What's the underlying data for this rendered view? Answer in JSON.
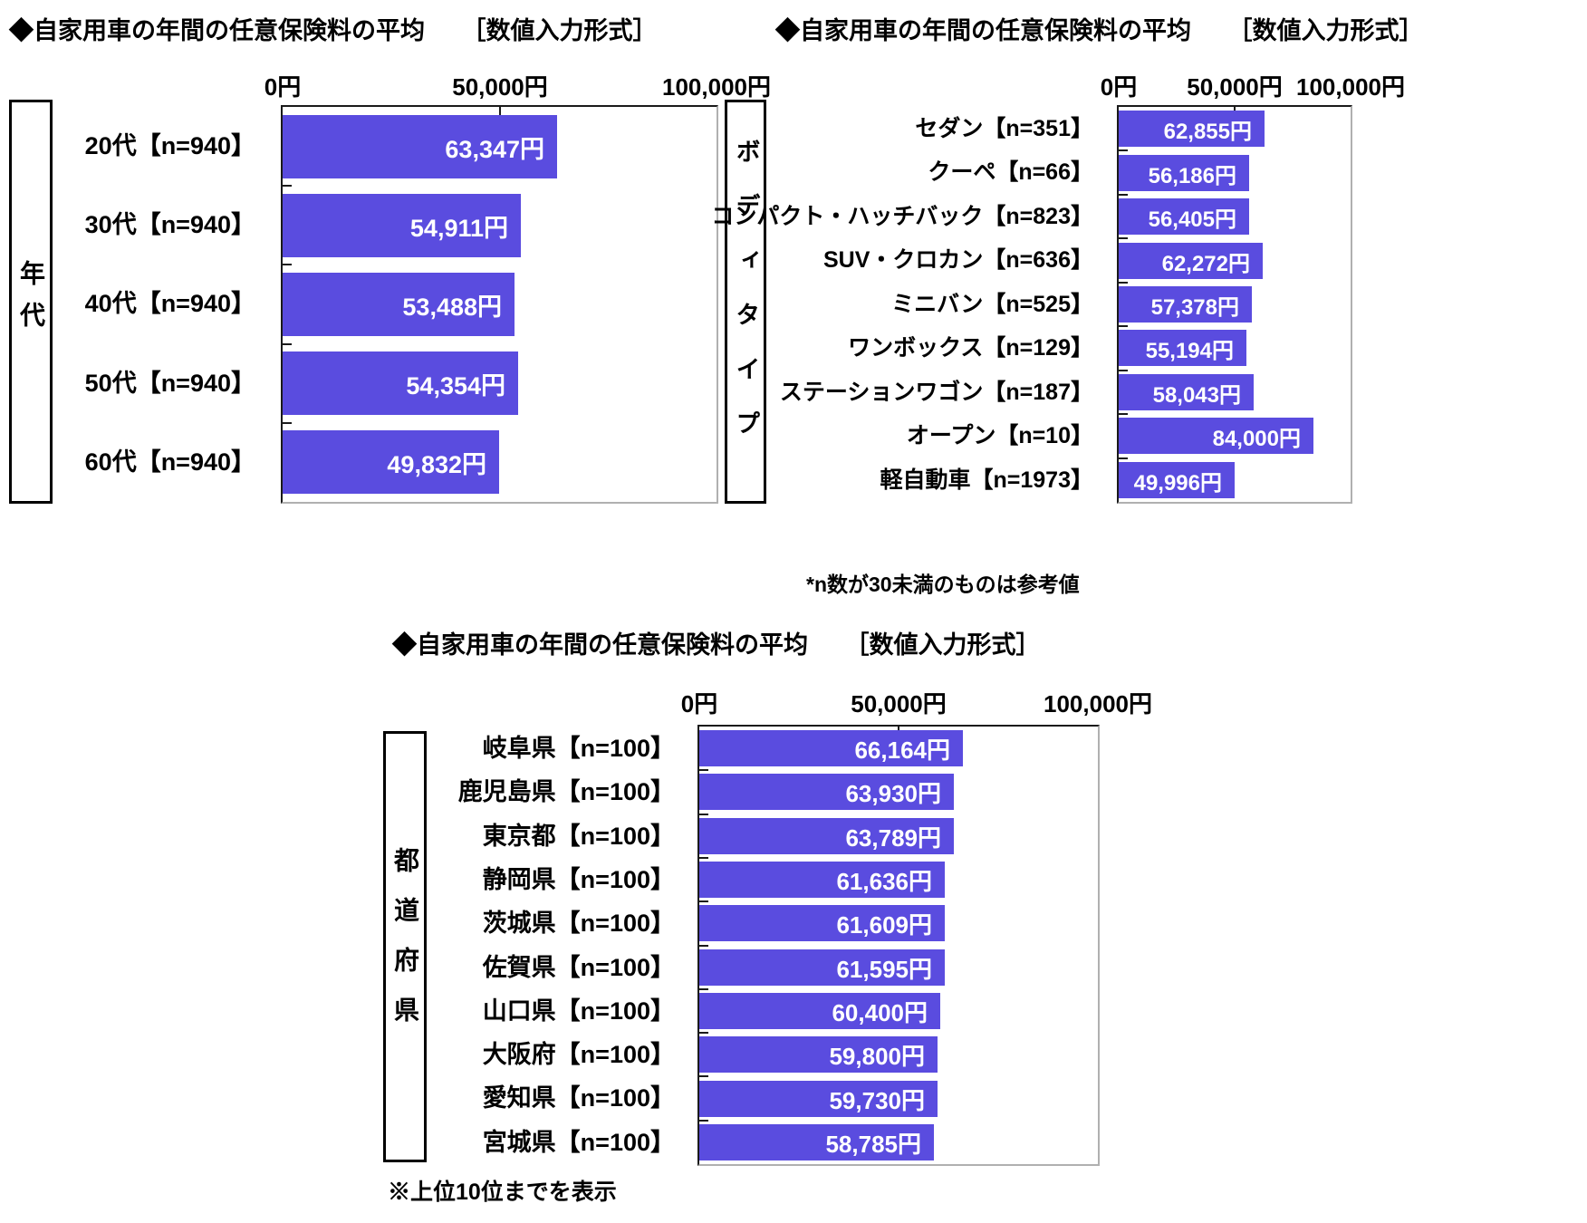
{
  "colors": {
    "bar": "#5A4CDF",
    "bar_value_text": "#ffffff",
    "plot_border_dark": "#1a1a1a",
    "plot_border_light": "#b0b0b0"
  },
  "chart_data": [
    {
      "type": "bar",
      "title": "◆自家用車の年間の任意保険料の平均　　［数値入力形式］",
      "group_label": "年代",
      "xlabel": "",
      "ylabel": "",
      "xlim": [
        0,
        100000
      ],
      "x_tick_labels": [
        "0円",
        "50,000円",
        "100,000円"
      ],
      "x_tick_values": [
        0,
        50000,
        100000
      ],
      "legend": "none",
      "grid": "off",
      "categories": [
        "20代【n=940】",
        "30代【n=940】",
        "40代【n=940】",
        "50代【n=940】",
        "60代【n=940】"
      ],
      "values": [
        63347,
        54911,
        53488,
        54354,
        49832
      ],
      "value_labels": [
        "63,347円",
        "54,911円",
        "53,488円",
        "54,354円",
        "49,832円"
      ],
      "footnote": ""
    },
    {
      "type": "bar",
      "title": "◆自家用車の年間の任意保険料の平均　　［数値入力形式］",
      "group_label": "ボディタイプ",
      "xlabel": "",
      "ylabel": "",
      "xlim": [
        0,
        100000
      ],
      "x_tick_labels": [
        "0円",
        "50,000円",
        "100,000円"
      ],
      "x_tick_values": [
        0,
        50000,
        100000
      ],
      "legend": "none",
      "grid": "off",
      "categories": [
        "セダン【n=351】",
        "クーペ【n=66】",
        "コンパクト・ハッチバック【n=823】",
        "SUV・クロカン【n=636】",
        "ミニバン【n=525】",
        "ワンボックス【n=129】",
        "ステーションワゴン【n=187】",
        "オープン【n=10】",
        "軽自動車【n=1973】"
      ],
      "values": [
        62855,
        56186,
        56405,
        62272,
        57378,
        55194,
        58043,
        84000,
        49996
      ],
      "value_labels": [
        "62,855円",
        "56,186円",
        "56,405円",
        "62,272円",
        "57,378円",
        "55,194円",
        "58,043円",
        "84,000円",
        "49,996円"
      ],
      "footnote": "*n数が30未満のものは参考値"
    },
    {
      "type": "bar",
      "title": "◆自家用車の年間の任意保険料の平均　　［数値入力形式］",
      "group_label": "都道府県",
      "xlabel": "",
      "ylabel": "",
      "xlim": [
        0,
        100000
      ],
      "x_tick_labels": [
        "0円",
        "50,000円",
        "100,000円"
      ],
      "x_tick_values": [
        0,
        50000,
        100000
      ],
      "legend": "none",
      "grid": "off",
      "categories": [
        "岐阜県【n=100】",
        "鹿児島県【n=100】",
        "東京都【n=100】",
        "静岡県【n=100】",
        "茨城県【n=100】",
        "佐賀県【n=100】",
        "山口県【n=100】",
        "大阪府【n=100】",
        "愛知県【n=100】",
        "宮城県【n=100】"
      ],
      "values": [
        66164,
        63930,
        63789,
        61636,
        61609,
        61595,
        60400,
        59800,
        59730,
        58785
      ],
      "value_labels": [
        "66,164円",
        "63,930円",
        "63,789円",
        "61,636円",
        "61,609円",
        "61,595円",
        "60,400円",
        "59,800円",
        "59,730円",
        "58,785円"
      ],
      "footnote": "※上位10位までを表示"
    }
  ]
}
